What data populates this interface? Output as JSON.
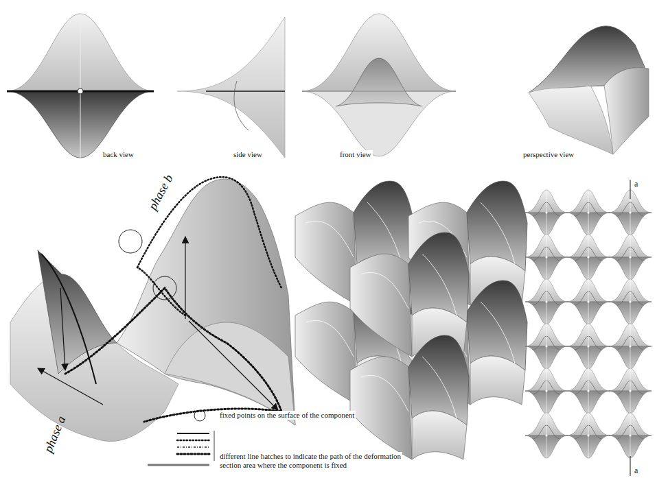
{
  "diagram": {
    "labels": [
      "back view",
      "side view",
      "front view",
      "perspective view",
      "phase b",
      "phase a",
      "a",
      "a"
    ],
    "legend": [
      {
        "text": "fixed points on the surface of the component"
      },
      {
        "text": "different line hatches to indicate the path of the deformation"
      },
      {
        "text": "section area where the component is fixed"
      }
    ]
  }
}
